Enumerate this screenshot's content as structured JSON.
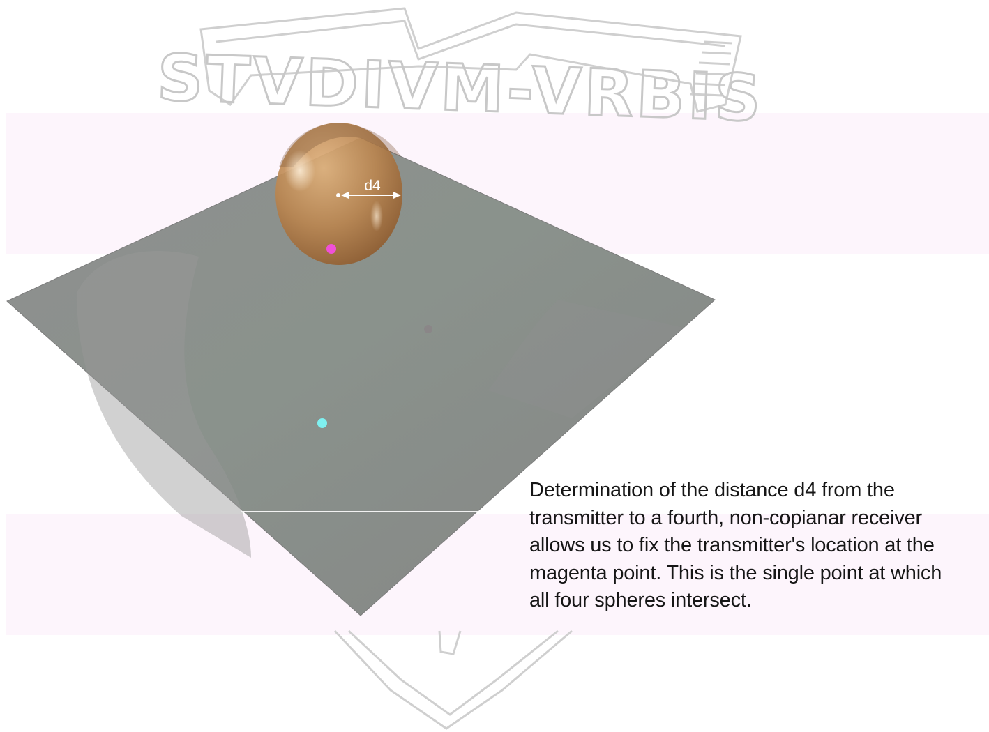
{
  "watermark": {
    "text": "STVDIVM-VRBIS"
  },
  "diagram": {
    "distance_label": "d4",
    "colors": {
      "plane": "#8a8c8a",
      "sphere": "#b27a45",
      "magenta_point": "#f050d8",
      "cyan_point": "#7ff0f0",
      "band": "#fdf5fc"
    }
  },
  "caption": {
    "lines": [
      "Determination of the distance d4 from the",
      "transmitter to a fourth, non-copianar receiver",
      "allows us to fix the transmitter's location at the",
      "magenta point. This is the single point at which",
      "all four spheres intersect."
    ]
  }
}
